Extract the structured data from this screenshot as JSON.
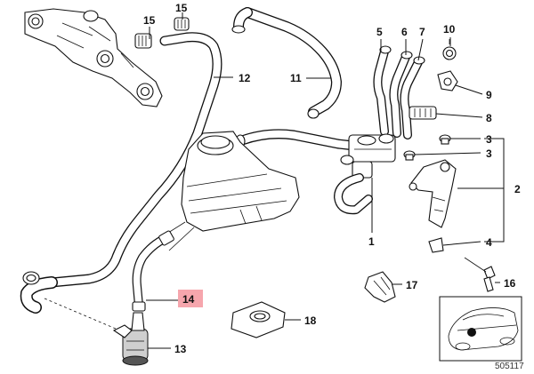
{
  "callouts": {
    "c1": "1",
    "c2": "2",
    "c3a": "3",
    "c3b": "3",
    "c4": "4",
    "c5": "5",
    "c6": "6",
    "c7": "7",
    "c8": "8",
    "c9": "9",
    "c10": "10",
    "c11": "11",
    "c12": "12",
    "c13": "13",
    "c14": "14",
    "c15a": "15",
    "c15b": "15",
    "c16": "16",
    "c17": "17",
    "c18": "18"
  },
  "highlighted_callout": "14",
  "highlight_color": "#f6a6ad",
  "diagram_number": "505117"
}
